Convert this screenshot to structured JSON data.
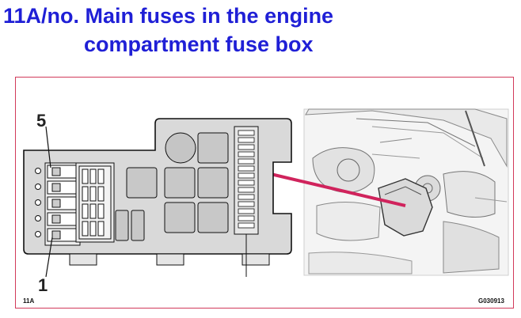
{
  "title": {
    "line1": "11A/no. Main fuses in the engine",
    "line2": "compartment fuse box"
  },
  "figure": {
    "code_left": "11A",
    "code_right": "G030913"
  },
  "callouts": {
    "top": "5",
    "bottom": "1"
  },
  "colors": {
    "title": "#1f1fd6",
    "frame": "#d23a5a",
    "box": "#d9d9d9",
    "pointer_line": "#d0235c"
  }
}
